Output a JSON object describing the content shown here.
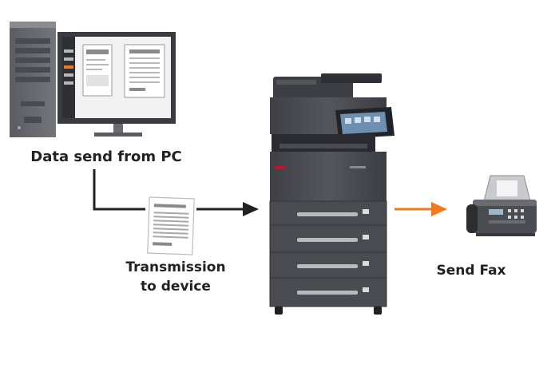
{
  "labels": {
    "pc_caption": "Data send from PC",
    "transmission_line1": "Transmission",
    "transmission_line2": "to device",
    "fax_caption": "Send Fax"
  },
  "colors": {
    "background": "#ffffff",
    "connector": "#222222",
    "fax_arrow": "#ee7b1f",
    "mfp_body": "#4a4b51",
    "pc_gray": "#6e6f74"
  },
  "icons": [
    "pc-tower-icon",
    "monitor-icon",
    "document-icon",
    "mfp-printer-icon",
    "fax-machine-icon",
    "arrow-right-icon"
  ]
}
